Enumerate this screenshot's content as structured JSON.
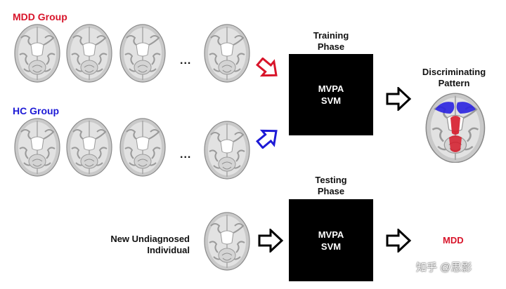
{
  "groups": {
    "mdd": {
      "label": "MDD Group",
      "color": "#d8142a"
    },
    "hc": {
      "label": "HC Group",
      "color": "#1d1ad6"
    }
  },
  "ellipsis": "...",
  "training": {
    "title_line1": "Training",
    "title_line2": "Phase",
    "box_line1": "MVPA",
    "box_line2": "SVM"
  },
  "testing": {
    "title_line1": "Testing",
    "title_line2": "Phase",
    "box_line1": "MVPA",
    "box_line2": "SVM"
  },
  "pattern": {
    "title_line1": "Discriminating",
    "title_line2": "Pattern"
  },
  "new_subject": {
    "line1": "New Undiagnosed",
    "line2": "Individual"
  },
  "result": {
    "label": "MDD",
    "color": "#d8142a"
  },
  "watermark": "知乎 @思影",
  "colors": {
    "red_arrow": "#d8142a",
    "blue_arrow": "#1d1ad6",
    "box": "#000000"
  }
}
